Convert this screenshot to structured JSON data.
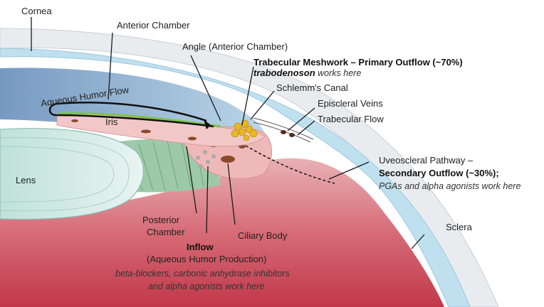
{
  "labels": {
    "cornea": "Cornea",
    "anterior_chamber": "Anterior Chamber",
    "angle": "Angle (Anterior Chamber)",
    "trabecular_meshwork": "Trabecular Meshwork – Primary Outflow (~70%)",
    "trabodenoson": "trabodenoson",
    "works_here": " works here",
    "schlemms_canal": "Schlemm's Canal",
    "episcleral_veins": "Episcleral Veins",
    "trabecular_flow": "Trabecular Flow",
    "aqueous_humor_flow": "Aqueous Humor Flow",
    "iris": "Iris",
    "lens": "Lens",
    "uveoscleral_line1": "Uveoscleral Pathway –",
    "uveoscleral_line2": "Secondary Outflow (~30%);",
    "uveoscleral_line3": "PGAs and alpha agonists work here",
    "sclera": "Sclera",
    "posterior_line1": "Posterior",
    "posterior_line2": "Chamber",
    "ciliary_body": "Ciliary Body",
    "inflow": "Inflow",
    "inflow_sub": "(Aqueous Humor Production)",
    "inflow_drugs_line1": "beta-blockers, carbonic anhydrase inhibitors",
    "inflow_drugs_line2": "and alpha agonists work here"
  },
  "colors": {
    "cornea_fill": "#bfe0ef",
    "cornea_edge": "#9ec6dd",
    "anterior_chamber": "#8fb4d4",
    "iris": "#f2c7c7",
    "iris_line": "#7fc24a",
    "ciliary": "#f0b9b9",
    "lens": "#cfe8e4",
    "vitreous": "#d9465a",
    "sclera": "#f4f6f8",
    "meshwork": "#e8b820",
    "muscle": "#9dc9a8"
  }
}
